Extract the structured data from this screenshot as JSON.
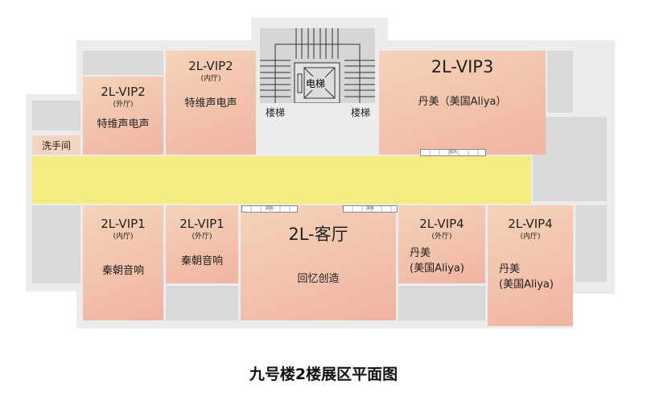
{
  "title": "九号楼2楼展区平面图",
  "stairs": {
    "elevator": "电梯",
    "stair_left": "楼梯",
    "stair_right": "楼梯"
  },
  "restroom": "洗手间",
  "screen_label": "屏风",
  "rooms": {
    "vip2_outer": {
      "name": "2L-VIP2",
      "sub": "(外厅)",
      "desc": "特维声电声"
    },
    "vip2_inner": {
      "name": "2L-VIP2",
      "sub": "(内厅)",
      "desc": "特维声电声"
    },
    "vip3": {
      "name": "2L-VIP3",
      "desc": "丹美（美国Aliya）"
    },
    "vip1_inner": {
      "name": "2L-VIP1",
      "sub": "(内厅)",
      "desc": "秦朝音响"
    },
    "vip1_outer": {
      "name": "2L-VIP1",
      "sub": "(外厅)",
      "desc": "秦朝音响"
    },
    "living": {
      "name": "2L-客厅",
      "desc": "回忆创造"
    },
    "vip4_outer": {
      "name": "2L-VIP4",
      "sub": "(外厅)",
      "desc1": "丹美",
      "desc2": "(美国Aliya)"
    },
    "vip4_inner": {
      "name": "2L-VIP4",
      "sub": "(内厅)",
      "desc1": "丹美",
      "desc2": "(美国Aliya)"
    }
  }
}
